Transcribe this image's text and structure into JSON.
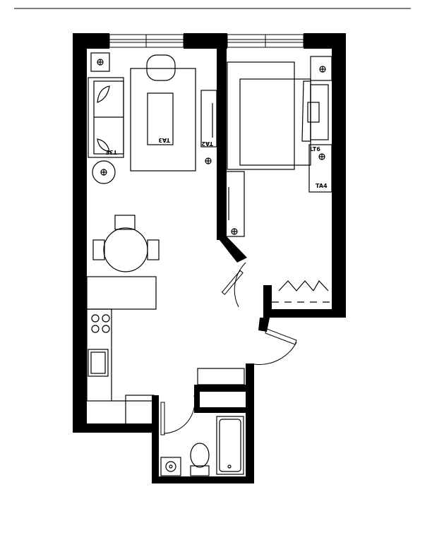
{
  "labels": {
    "sofa": "T3E",
    "coffee_table": "TA3",
    "tv_console": "TA2",
    "bed_lamp": "LT6",
    "nightstand": "TA4"
  },
  "colors": {
    "wall": "#000000",
    "background": "#ffffff"
  }
}
